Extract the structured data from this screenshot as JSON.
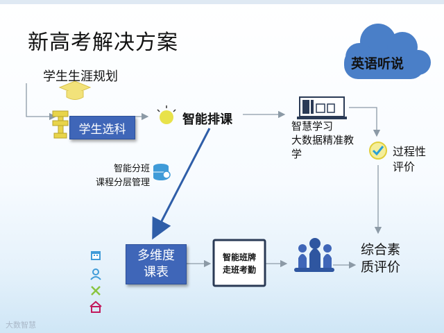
{
  "title": "新高考解决方案",
  "cloud_label": "英语听说",
  "nodes": {
    "career_planning": "学生生涯规划",
    "course_selection": "学生选科",
    "smart_scheduling": "智能排课",
    "smart_learning": [
      "智慧学习",
      "大数据精准教",
      "学"
    ],
    "process_evaluation": [
      "过程性",
      "评价"
    ],
    "class_management": [
      "智能分班",
      "课程分层管理"
    ],
    "timetable": [
      "多维度",
      "课表"
    ],
    "class_board": [
      "智能班牌",
      "走班考勤"
    ],
    "comprehensive_evaluation": [
      "综合素",
      "质评价"
    ]
  },
  "watermark": "大数智慧",
  "colors": {
    "box_blue": "#3f66b8",
    "cloud_blue": "#4a7fc8",
    "arrow_gray": "#8c9aa6",
    "arrow_blue": "#2f5ea8",
    "gold": "#e8d44a"
  }
}
